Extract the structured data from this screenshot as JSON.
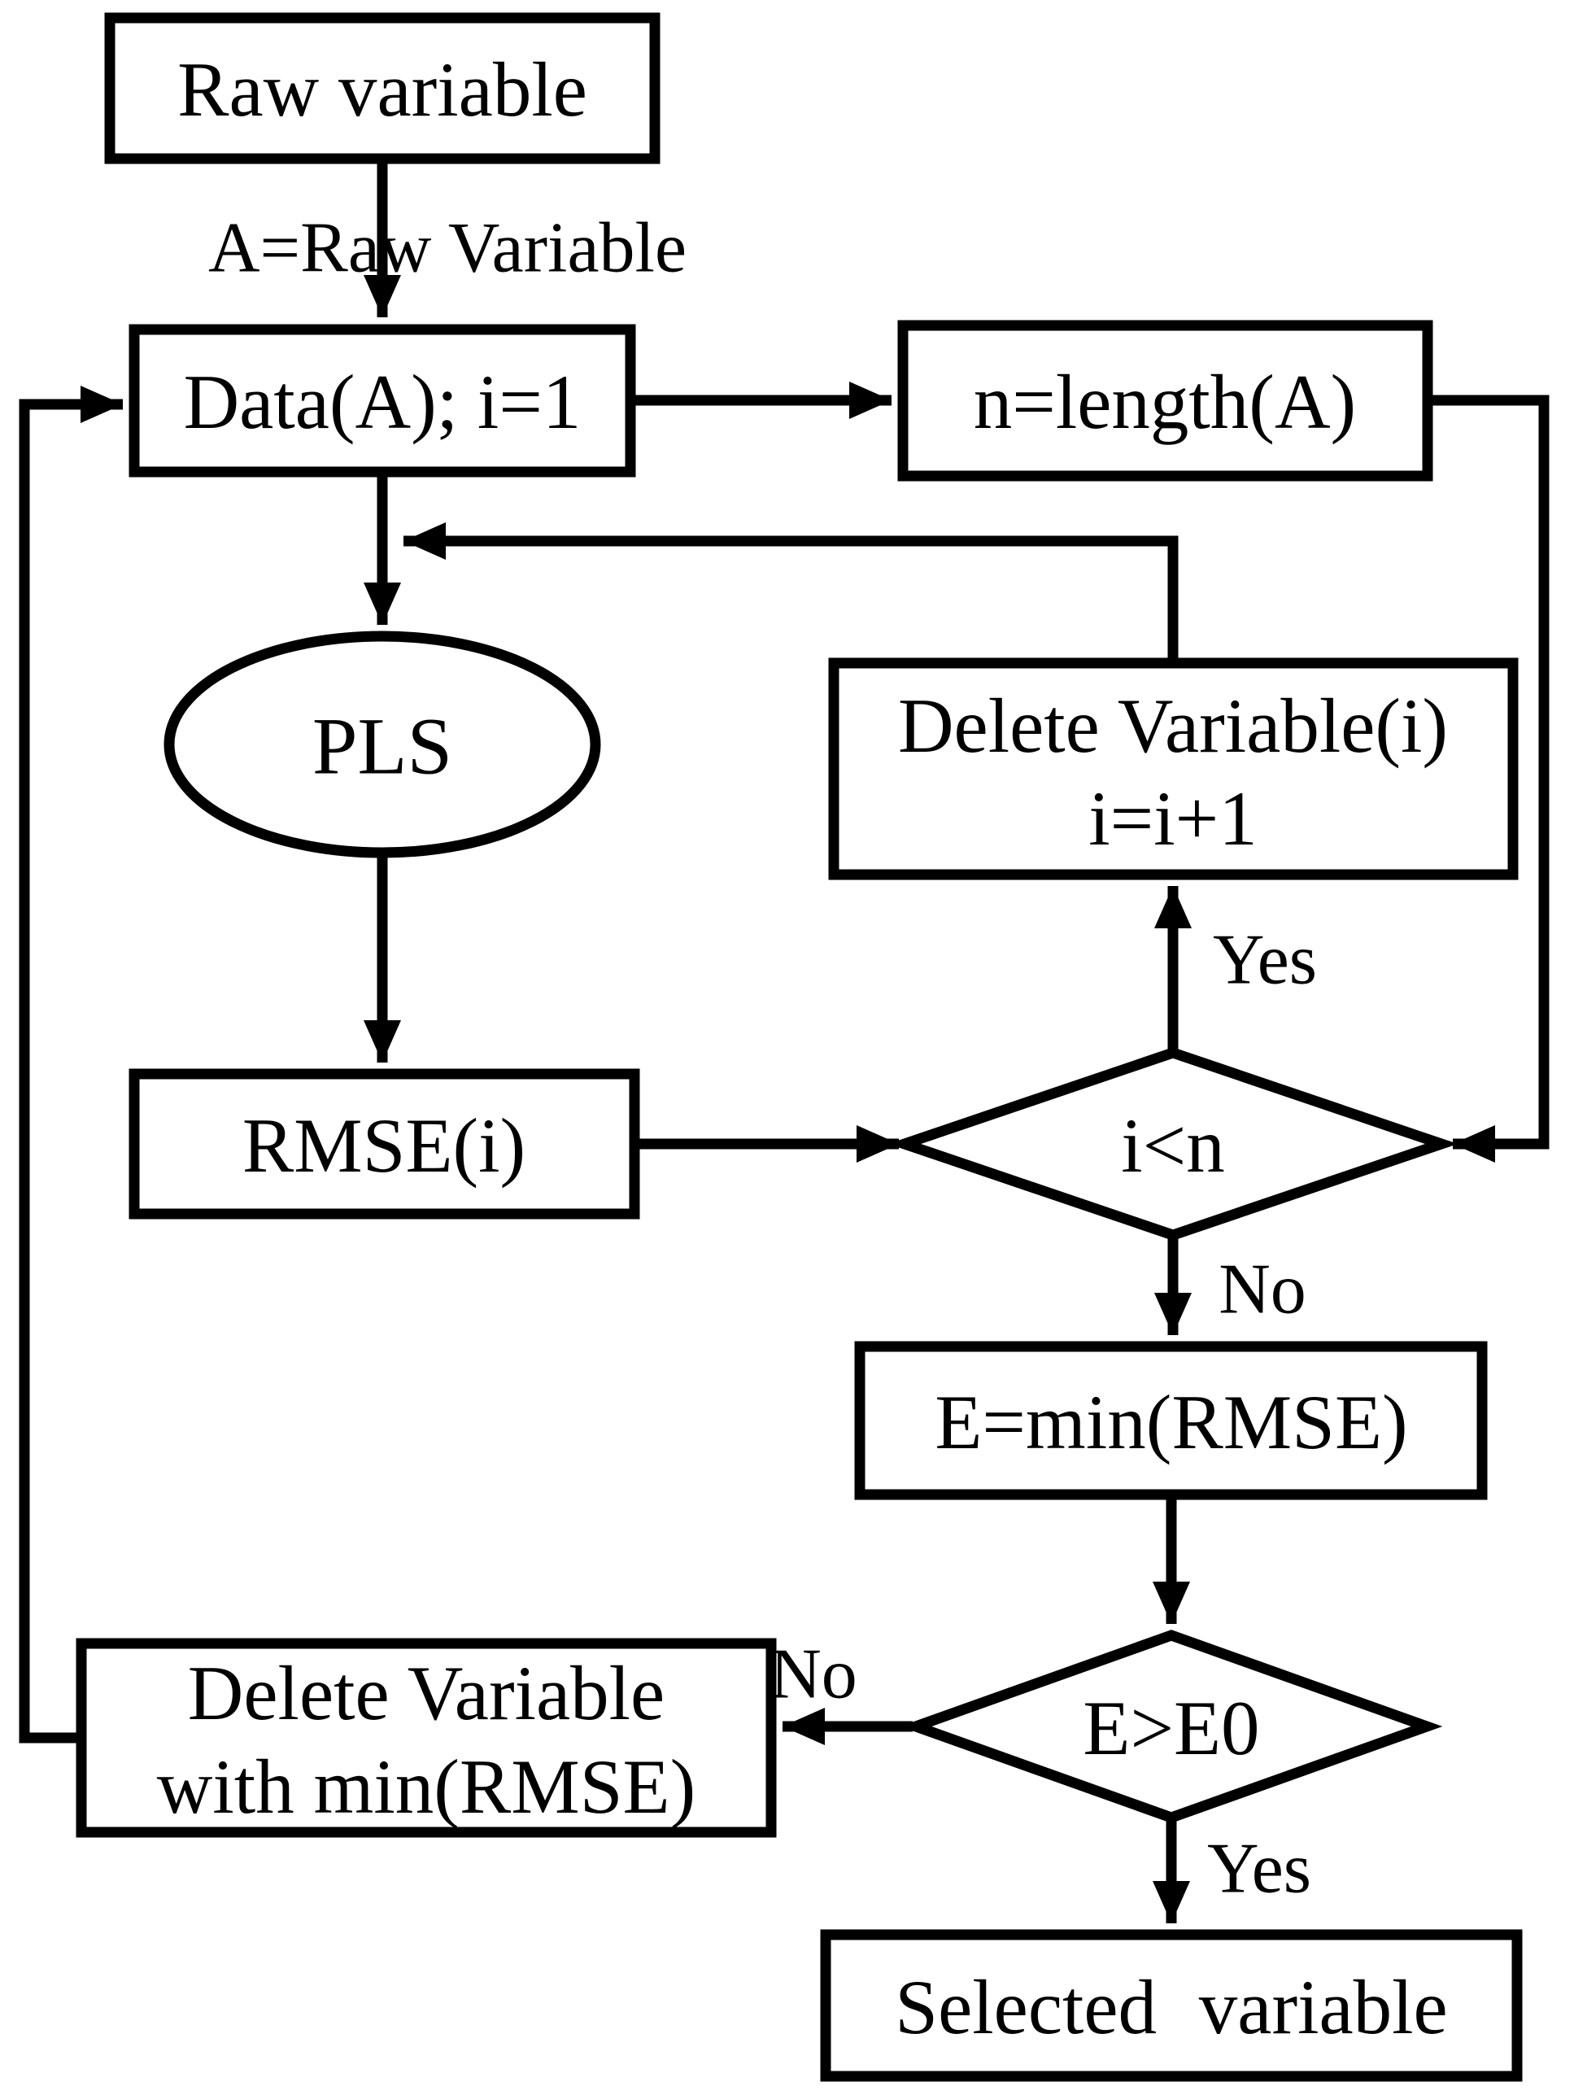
{
  "diagram": {
    "type": "flowchart",
    "colors": {
      "stroke": "#000000",
      "fill": "#ffffff",
      "text": "#000000"
    },
    "nodes": {
      "raw": {
        "shape": "rect",
        "label": "Raw variable"
      },
      "data": {
        "shape": "rect",
        "label": "Data(A); i=1"
      },
      "nlength": {
        "shape": "rect",
        "label": "n=length(A)"
      },
      "pls": {
        "shape": "ellipse",
        "label": "PLS"
      },
      "delete_i": {
        "shape": "rect",
        "line1": "Delete Variable(i)",
        "line2": "i=i+1"
      },
      "rmse": {
        "shape": "rect",
        "label": "RMSE(i)"
      },
      "i_lt_n": {
        "shape": "diamond",
        "label": "i<n"
      },
      "emin": {
        "shape": "rect",
        "label": "E=min(RMSE)"
      },
      "e_gt_e0": {
        "shape": "diamond",
        "label": "E>E0"
      },
      "delete_min": {
        "shape": "rect",
        "line1": "Delete Variable",
        "line2": "with min(RMSE)"
      },
      "selected": {
        "shape": "rect",
        "label": "Selected variable"
      }
    },
    "edge_labels": {
      "assign": "A=Raw Variable",
      "i_lt_n_yes": "Yes",
      "i_lt_n_no": "No",
      "e_gt_e0_no": "No",
      "e_gt_e0_yes": "Yes"
    }
  }
}
